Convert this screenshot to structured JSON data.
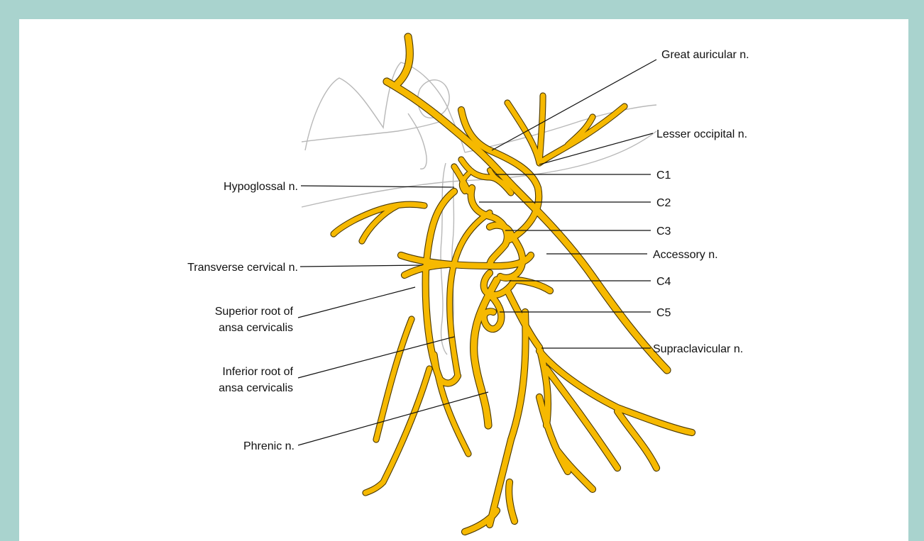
{
  "colors": {
    "frame": "#a9d3ce",
    "panel": "#ffffff",
    "nerve_fill": "#f6b900",
    "nerve_edge": "#4a3800",
    "outline": "#b8b8b8",
    "label": "#111111"
  },
  "labels": {
    "great_auricular": "Great auricular n.",
    "lesser_occipital": "Lesser occipital n.",
    "c1": "C1",
    "hypoglossal": "Hypoglossal n.",
    "c2": "C2",
    "c3": "C3",
    "accessory": "Accessory n.",
    "transverse_cervical": "Transverse cervical n.",
    "c4": "C4",
    "superior_root_line1": "Superior root of",
    "superior_root_line2": "ansa cervicalis",
    "c5": "C5",
    "supraclavicular": "Supraclavicular n.",
    "inferior_root_line1": "Inferior root of",
    "inferior_root_line2": "ansa cervicalis",
    "phrenic": "Phrenic n."
  }
}
